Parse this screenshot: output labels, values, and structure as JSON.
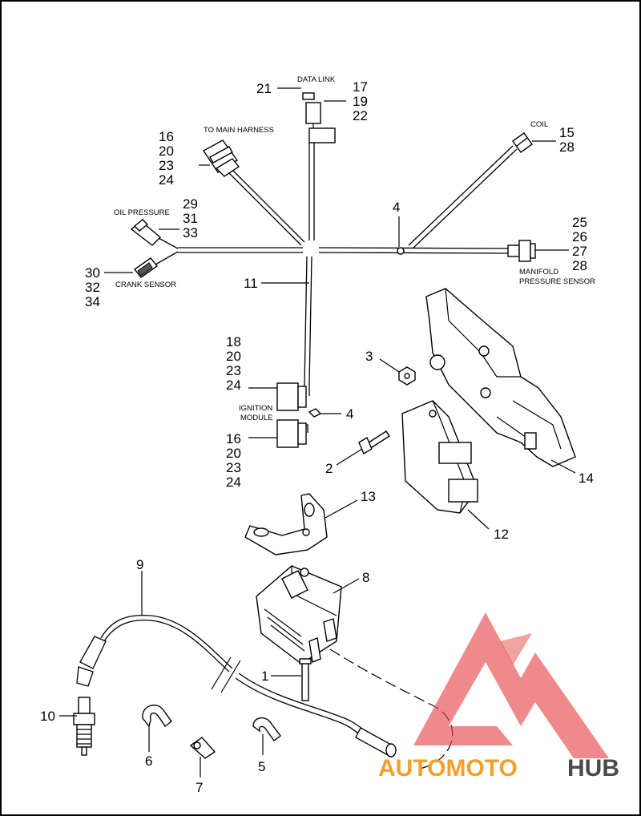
{
  "labels": {
    "data_link": "DATA LINK",
    "to_main_harness": "TO MAIN HARNESS",
    "coil": "COIL",
    "oil_pressure": "OIL PRESSURE",
    "crank_sensor": "CRANK SENSOR",
    "manifold_line1": "MANIFOLD",
    "manifold_line2": "PRESSURE SENSOR",
    "ignition_line1": "IGNITION",
    "ignition_line2": "MODULE"
  },
  "callouts": {
    "dl_left": "21",
    "dl_right": [
      "17",
      "19",
      "22"
    ],
    "main_harness": [
      "16",
      "20",
      "23",
      "24"
    ],
    "coil": [
      "15",
      "28"
    ],
    "oil_pressure": [
      "29",
      "31",
      "33"
    ],
    "manifold": [
      "25",
      "26",
      "27",
      "28"
    ],
    "crank": [
      "30",
      "32",
      "34"
    ],
    "clip_top": "4",
    "harness": "11",
    "nut": "3",
    "ign_upper": [
      "18",
      "20",
      "23",
      "24"
    ],
    "clip_ign": "4",
    "ign_lower": [
      "16",
      "20",
      "23",
      "24"
    ],
    "screw": "2",
    "bracket_big": "14",
    "module": "12",
    "bracket": "13",
    "coil_unit": "8",
    "plug_wire": "9",
    "bolt": "1",
    "spark_plug": "10",
    "clip_6": "6",
    "clip_7": "7",
    "clip_5": "5"
  },
  "watermark": {
    "part1": "AUTOMOTO",
    "part2": "HUB",
    "color_red": "#e8474a",
    "color_orange": "#f3a02a",
    "color_gray": "#4a4a4a"
  }
}
